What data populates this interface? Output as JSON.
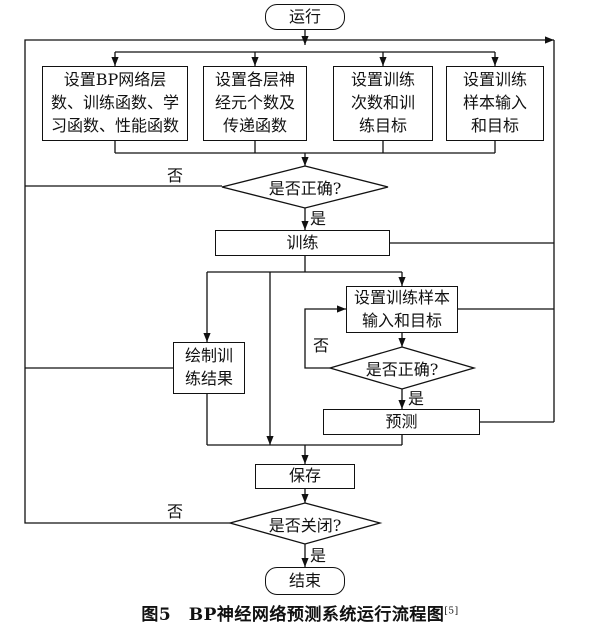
{
  "nodes": {
    "start": "运行",
    "setup_bp": "设置BP网络层\n数、训练函数、学\n习函数、性能函数",
    "setup_neurons": "设置各层神\n经元个数及\n传递函数",
    "setup_epochs": "设置训练\n次数和训\n练目标",
    "setup_samples": "设置训练\n样本输入\n和目标",
    "check_correct_1": "是否正确?",
    "train": "训练",
    "setup_train_samples": "设置训练样本\n输入和目标",
    "plot_results": "绘制训\n练结果",
    "check_correct_2": "是否正确?",
    "predict": "预测",
    "save": "保存",
    "check_close": "是否关闭?",
    "end": "结束"
  },
  "labels": {
    "no": "否",
    "yes": "是"
  },
  "caption": {
    "text": "图5　BP神经网络预测系统运行流程图",
    "ref": "[5]"
  }
}
